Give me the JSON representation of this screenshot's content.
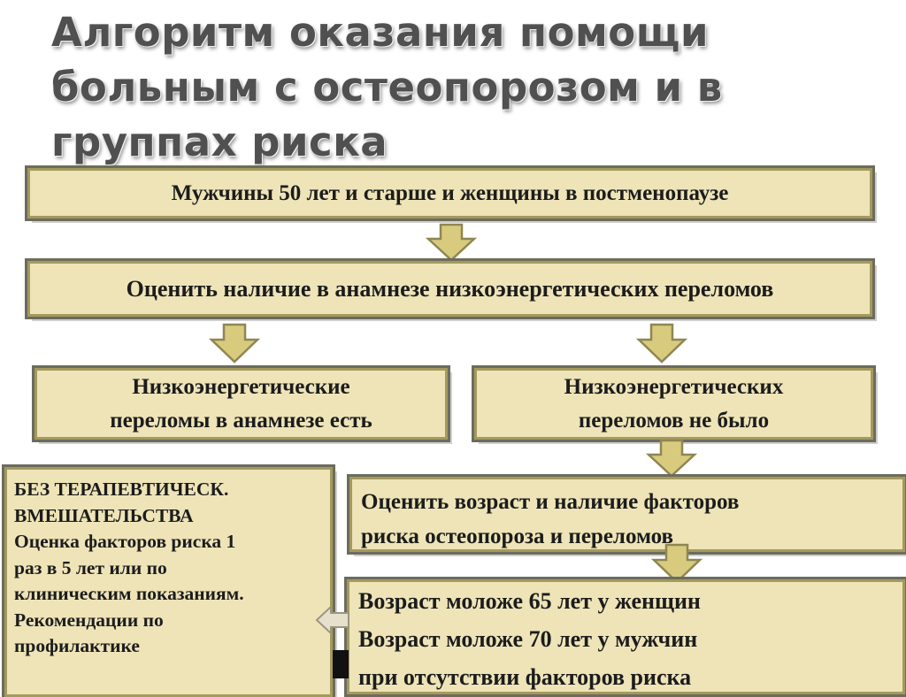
{
  "title": {
    "line1": "Алгоритм оказания помощи",
    "line2": "больным с остеопорозом и в",
    "line3": "группах риска"
  },
  "boxes": {
    "start": "Мужчины 50 лет и старше и женщины в постменопаузе",
    "assess_fractures": "Оценить наличие в анамнезе низкоэнергетических переломов",
    "fractures_yes": {
      "line1": "Низкоэнергетические",
      "line2": "переломы в анамнезе есть"
    },
    "fractures_no": {
      "line1": "Низкоэнергетических",
      "line2": "переломов не было"
    },
    "no_therapy": {
      "line1": "БЕЗ ТЕРАПЕВТИЧЕСК.",
      "line2": "ВМЕШАТЕЛЬСТВА",
      "line3": "Оценка факторов риска 1",
      "line4": "раз в 5 лет или по",
      "line5": "клиническим показаниям.",
      "line6": "Рекомендации по",
      "line7": "профилактике"
    },
    "assess_age": {
      "line1": "Оценить возраст и наличие факторов",
      "line2": "риска остеопороза и переломов"
    },
    "age_criteria": {
      "line1": "Возраст моложе 65 лет у женщин",
      "line2": "Возраст моложе 70 лет у мужчин",
      "line3": "при отсутствии факторов риска"
    }
  },
  "colors": {
    "box_fill": "#eee4b8",
    "box_border": "#a39a5c",
    "arrow_fill": "#d8cb7e",
    "arrow_stroke": "#8f8652"
  }
}
